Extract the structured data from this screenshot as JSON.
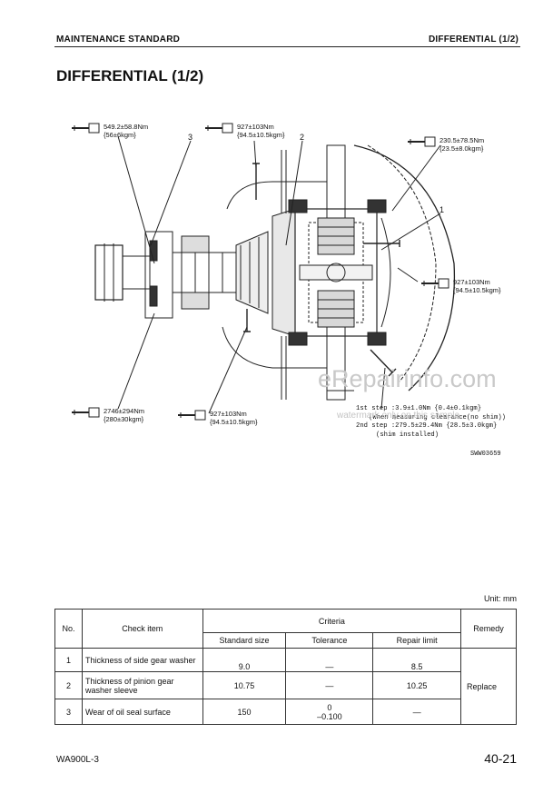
{
  "header": {
    "left": "MAINTENANCE STANDARD",
    "right": "DIFFERENTIAL (1/2)"
  },
  "title": "DIFFERENTIAL (1/2)",
  "diagram": {
    "torques": [
      {
        "line1": "549.2±58.8Nm",
        "line2": "{56±6kgm}"
      },
      {
        "line1": "927±103Nm",
        "line2": "{94.5±10.5kgm}"
      },
      {
        "line1": "230.5±78.5Nm",
        "line2": "{23.5±8.0kgm}"
      },
      {
        "line1": "927±103Nm",
        "line2": "{94.5±10.5kgm}"
      },
      {
        "line1": "2746±294Nm",
        "line2": "{280±30kgm}"
      },
      {
        "line1": "927±103Nm",
        "line2": "{94.5±10.5kgm}"
      }
    ],
    "part_labels": [
      "3",
      "2",
      "1"
    ],
    "notes": [
      "1st step :3.9±1.0Nm {0.4±0.1kgm}",
      "(When measuring clearance(no shim))",
      "2nd step :279.5±29.4Nm {28.5±3.0kgm}",
      "(shim installed)"
    ],
    "figure_code": "SWW03659"
  },
  "watermark": {
    "site": "eRepairinfo.com",
    "sample": "watermark only on this sample"
  },
  "unit_label": "Unit: mm",
  "table": {
    "headers": {
      "no": "No.",
      "check_item": "Check item",
      "criteria": "Criteria",
      "remedy": "Remedy"
    },
    "subheaders": {
      "standard_size": "Standard size",
      "tolerance": "Tolerance",
      "repair_limit": "Repair limit"
    },
    "rows": [
      {
        "no": "1",
        "item": "Thickness of side gear washer",
        "standard": "9.0",
        "tolerance": "—",
        "tolerance2": "",
        "limit": "8.5"
      },
      {
        "no": "2",
        "item": "Thickness of pinion gear washer sleeve",
        "standard": "10.75",
        "tolerance": "—",
        "tolerance2": "",
        "limit": "10.25"
      },
      {
        "no": "3",
        "item": "Wear of oil seal surface",
        "standard": "150",
        "tolerance": "0",
        "tolerance2": "–0.100",
        "limit": "—"
      }
    ],
    "remedy": "Replace"
  },
  "footer": {
    "model": "WA900L-3",
    "page": "40-21"
  }
}
